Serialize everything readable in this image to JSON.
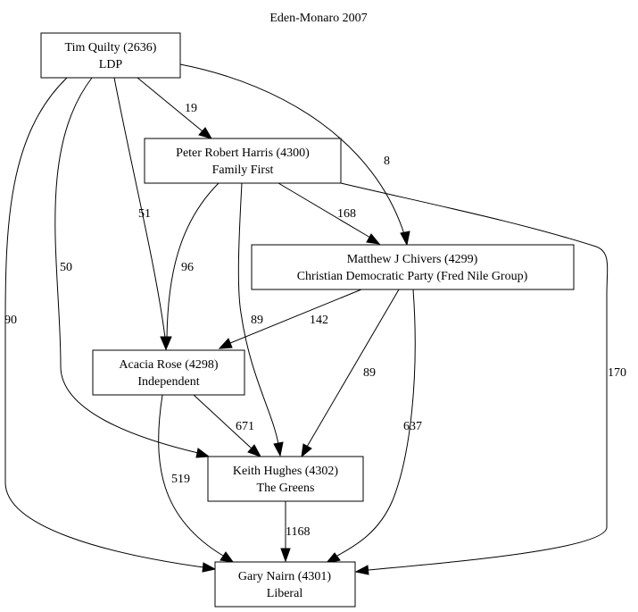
{
  "title": "Eden-Monaro 2007",
  "nodes": [
    {
      "id": "quilty",
      "line1": "Tim Quilty (2636)",
      "line2": "LDP"
    },
    {
      "id": "harris",
      "line1": "Peter Robert Harris (4300)",
      "line2": "Family First"
    },
    {
      "id": "chivers",
      "line1": "Matthew J Chivers (4299)",
      "line2": "Christian Democratic Party (Fred Nile Group)"
    },
    {
      "id": "rose",
      "line1": "Acacia Rose (4298)",
      "line2": "Independent"
    },
    {
      "id": "hughes",
      "line1": "Keith Hughes (4302)",
      "line2": "The Greens"
    },
    {
      "id": "nairn",
      "line1": "Gary Nairn (4301)",
      "line2": "Liberal"
    }
  ],
  "edges": [
    {
      "from": "quilty",
      "to": "harris",
      "label": "19"
    },
    {
      "from": "quilty",
      "to": "chivers",
      "label": "8"
    },
    {
      "from": "quilty",
      "to": "rose",
      "label": "51"
    },
    {
      "from": "quilty",
      "to": "hughes",
      "label": "50"
    },
    {
      "from": "quilty",
      "to": "nairn",
      "label": "90"
    },
    {
      "from": "harris",
      "to": "chivers",
      "label": "168"
    },
    {
      "from": "harris",
      "to": "rose",
      "label": "96"
    },
    {
      "from": "harris",
      "to": "hughes",
      "label": "89"
    },
    {
      "from": "harris",
      "to": "nairn",
      "label": "170"
    },
    {
      "from": "chivers",
      "to": "rose",
      "label": "142"
    },
    {
      "from": "chivers",
      "to": "hughes",
      "label": "89"
    },
    {
      "from": "chivers",
      "to": "nairn",
      "label": "637"
    },
    {
      "from": "rose",
      "to": "hughes",
      "label": "671"
    },
    {
      "from": "rose",
      "to": "nairn",
      "label": "519"
    },
    {
      "from": "hughes",
      "to": "nairn",
      "label": "1168"
    }
  ]
}
